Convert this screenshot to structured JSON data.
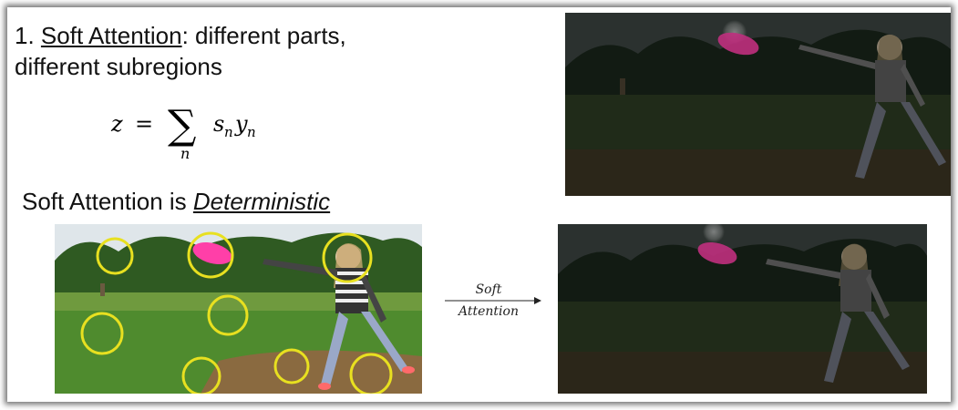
{
  "heading": {
    "number": "1.",
    "term": "Soft Attention",
    "rest_line1": ": different parts,",
    "line2": "different subregions"
  },
  "equation": {
    "lhs": "z",
    "eq": "=",
    "sigma": "∑",
    "index": "n",
    "s": "s",
    "s_sub": "n",
    "y": "y",
    "y_sub": "n"
  },
  "subheading": {
    "prefix": "Soft Attention is ",
    "emph": "Deterministic"
  },
  "arrow": {
    "label_top": "Soft",
    "label_bottom": "Attention"
  },
  "colors": {
    "circle": "#e8e020",
    "frisbee": "#ff3fa8",
    "grass": "#4a7a2a",
    "sky": "#dfe6ea"
  }
}
